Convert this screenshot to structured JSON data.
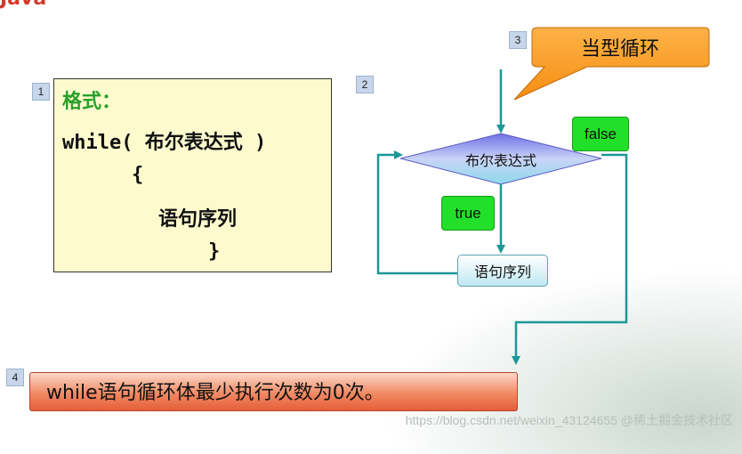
{
  "header": {
    "title": "Java"
  },
  "slide_numbers": [
    "1",
    "2",
    "3",
    "4"
  ],
  "code": {
    "label": "格式：",
    "line1": "while( 布尔表达式 )",
    "open_brace": "{",
    "body": "语句序列",
    "close_brace": "}"
  },
  "flowchart": {
    "callout": "当型循环",
    "condition": "布尔表达式",
    "false_label": "false",
    "true_label": "true",
    "process": "语句序列"
  },
  "note": "while语句循环体最少执行次数为0次。",
  "watermark": "https://blog.csdn.net/weixin_43124655  @稀土掘金技术社区",
  "colors": {
    "code_bg": "#fdfbce",
    "callout": "#fb9d21",
    "badge": "#22e02a",
    "arrow": "#1b9898",
    "banner": "#f08a64"
  }
}
